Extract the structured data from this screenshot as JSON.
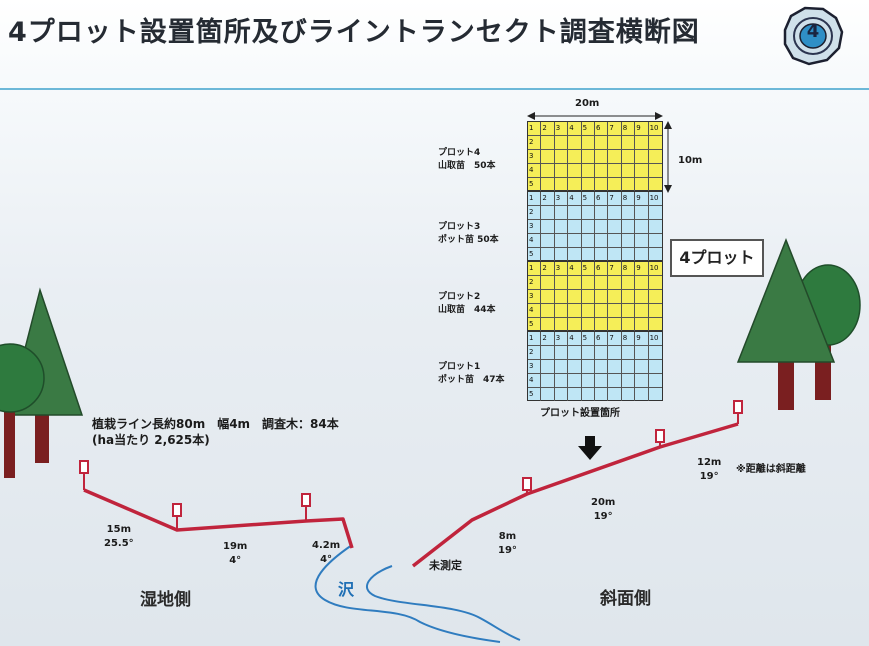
{
  "title": "4プロット設置箇所及びライントランセクト調査横断図",
  "badge": "4",
  "plot_dims": {
    "width": "20m",
    "height": "10m"
  },
  "plots": [
    {
      "name": "プロット4",
      "detail": "山取苗　50本",
      "color": "#f5ee58"
    },
    {
      "name": "プロット3",
      "detail": "ポット苗 50本",
      "color": "#bfe6f5"
    },
    {
      "name": "プロット2",
      "detail": "山取苗　44本",
      "color": "#f5ee58"
    },
    {
      "name": "プロット1",
      "detail": "ポット苗　47本",
      "color": "#bfe6f5"
    }
  ],
  "grid_columns": [
    "1",
    "2",
    "3",
    "4",
    "5",
    "6",
    "7",
    "8",
    "9",
    "10"
  ],
  "grid_rows": [
    "1",
    "2",
    "3",
    "4",
    "5"
  ],
  "plot_location_label": "プロット設置箇所",
  "callout": "4プロット",
  "line_info": {
    "line1": "植栽ライン長約80m　幅4m　調査木：84本",
    "line2": "(ha当たり 2,625本)"
  },
  "left_segments": [
    {
      "length": "15m",
      "angle": "25.5°"
    },
    {
      "length": "19m",
      "angle": "4°"
    },
    {
      "length": "4.2m",
      "angle": "4°"
    }
  ],
  "right_segments": [
    {
      "length": "8m",
      "angle": "19°"
    },
    {
      "length": "20m",
      "angle": "19°"
    },
    {
      "length": "12m",
      "angle": "19°"
    }
  ],
  "unmeasured": "未測定",
  "slope_note": "※距離は斜距離",
  "stream": "沢",
  "side_left": "湿地側",
  "side_right": "斜面側",
  "colors": {
    "line": "#c0243c",
    "tree": "#2e6b3c",
    "trunk": "#7a1f20",
    "stream": "#2f7cbf"
  }
}
